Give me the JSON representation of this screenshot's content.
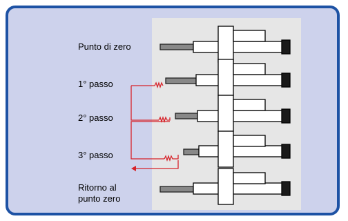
{
  "labels": {
    "step0": "Punto di zero",
    "step1": "1° passo",
    "step2": "2° passo",
    "step3": "3° passo",
    "step4_line1": "Ritorno al",
    "step4_line2": "punto zero"
  },
  "colors": {
    "frame_border": "#1d52a4",
    "frame_fill": "#cdd2ec",
    "panel_fill": "#e6e6e6",
    "arrow": "#d7232a",
    "tool_stroke": "#000000",
    "tool_fill": "#ffffff",
    "tool_end": "#1a1a1a"
  }
}
